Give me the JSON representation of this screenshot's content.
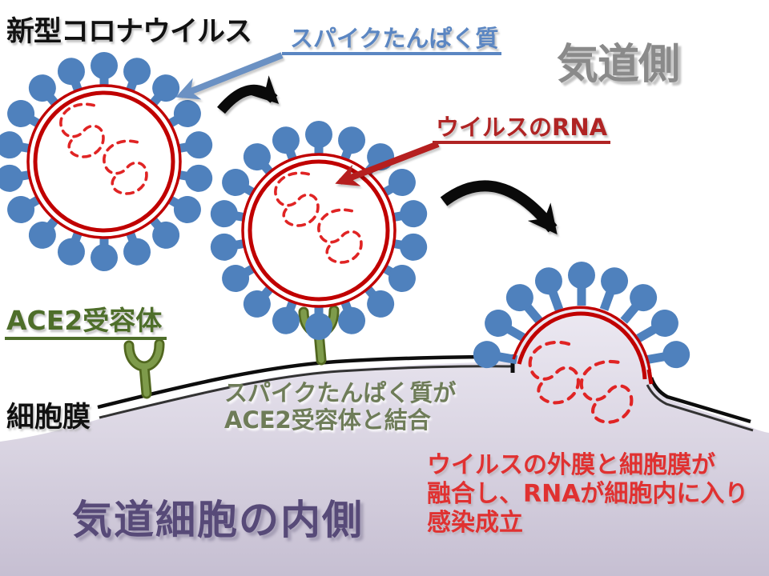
{
  "labels": {
    "virus_name": "新型コロナウイルス",
    "spike_protein": "スパイクたんぱく質",
    "airway_side": "気道側",
    "virus_rna": "ウイルスのRNA",
    "ace2_receptor": "ACE2受容体",
    "cell_membrane": "細胞膜",
    "inside_cell": "気道細胞の内側"
  },
  "captions": {
    "binding": [
      "スパイクたんぱく質が",
      "ACE2受容体と結合"
    ],
    "fusion": [
      "ウイルスの外膜と細胞膜が",
      "融合し、RNAが細胞内に入り",
      "感染成立"
    ]
  },
  "icons": {
    "coronavirus_icon": "blue spiked sphere with double red envelope and dashed RNA coils",
    "ace2_receptor_icon": "green Y-shaped receptor on membrane",
    "cell_membrane_icon": "double black curved line",
    "rna_icon": "red dashed coil",
    "flow_arrow_icon": "black curved arrow",
    "spike_pointer_icon": "blue straight arrow",
    "rna_pointer_icon": "red straight arrow"
  },
  "colors": {
    "spike_blue": "#4f81bd",
    "envelope_red": "#c00000",
    "rna_red": "#e02424",
    "receptor_green": "#6f8b3e",
    "label_blue": "#5b86c2",
    "label_red": "#b02424",
    "label_green": "#4e6e2a",
    "caption_olive": "#6e7c58",
    "caption_red": "#e03131",
    "inside_purple": "#574a78",
    "airway_gray": "#8a8a8a",
    "cell_fill_top": "#ece9f2",
    "cell_fill_bottom": "#c6bfd2"
  }
}
